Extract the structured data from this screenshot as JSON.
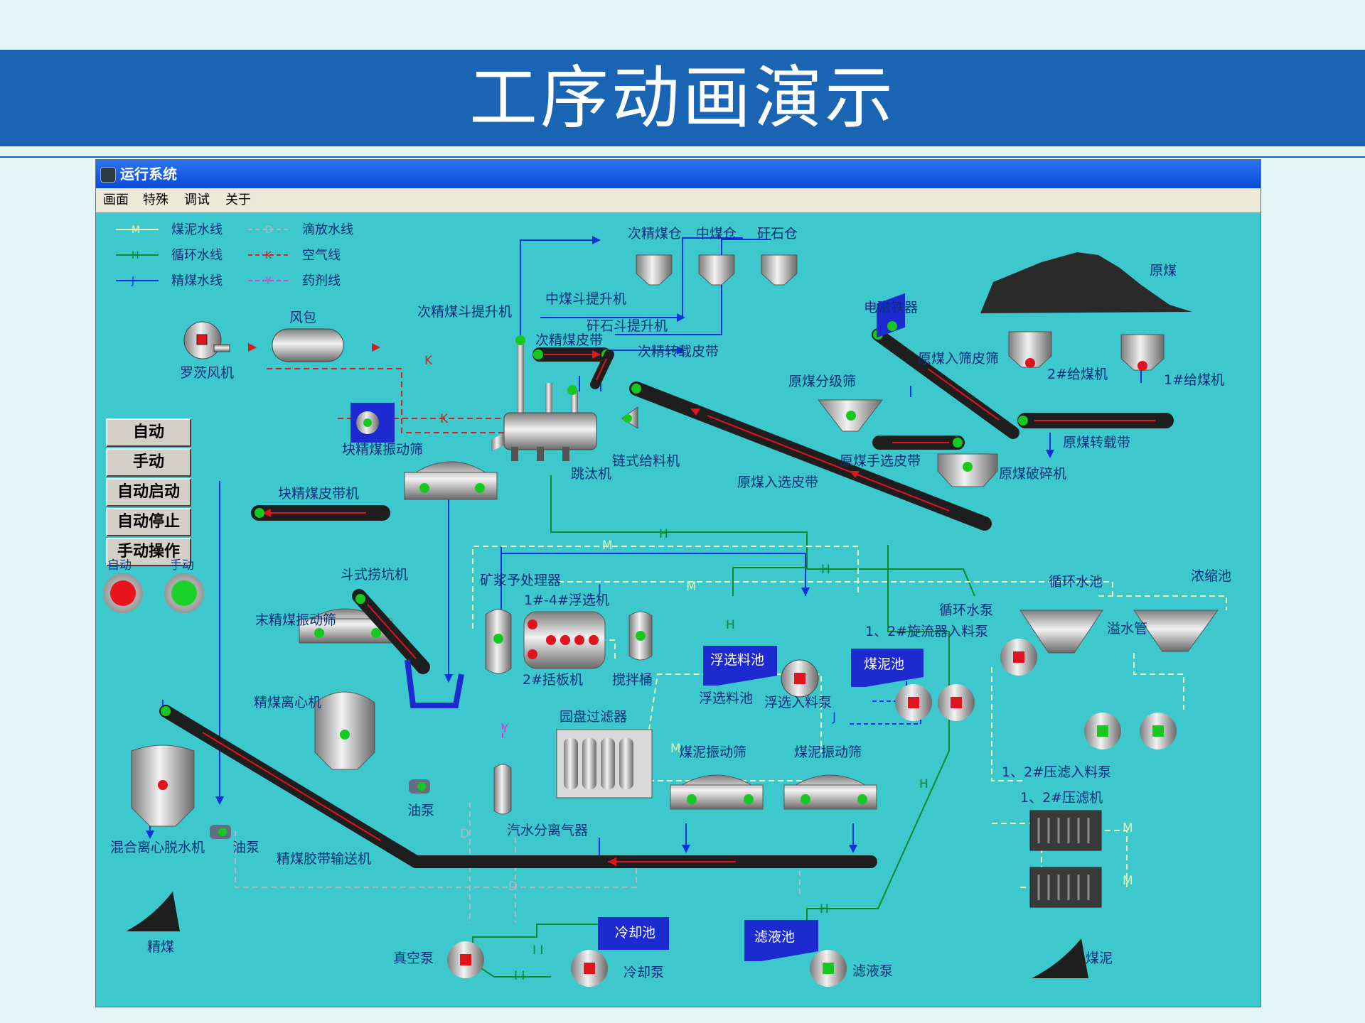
{
  "slide": {
    "title": "工序动画演示"
  },
  "window": {
    "title": "运行系统"
  },
  "menu": [
    "画面",
    "特殊",
    "调试",
    "关于"
  ],
  "legend": [
    {
      "code": "M",
      "label": "煤泥水线",
      "color": "#e8f4b0"
    },
    {
      "code": "D",
      "label": "滴放水线",
      "color": "#b0b8c8"
    },
    {
      "code": "H",
      "label": "循环水线",
      "color": "#0a8a2a"
    },
    {
      "code": "K",
      "label": "空气线",
      "color": "#d82020"
    },
    {
      "code": "J",
      "label": "精煤水线",
      "color": "#1030e0"
    },
    {
      "code": "Y",
      "label": "药剂线",
      "color": "#d040d0"
    }
  ],
  "controls": {
    "buttons": [
      "自动",
      "手动",
      "自动启动",
      "自动停止",
      "手动操作"
    ],
    "lamp_auto": "自动",
    "lamp_manual": "手动"
  },
  "equipment": {
    "bin1": "次精煤仓",
    "bin2": "中煤仓",
    "bin3": "矸石仓",
    "raw_coal": "原煤",
    "conc_elevator": "次精煤斗提升机",
    "mid_elevator": "中煤斗提升机",
    "gangue_elevator": "矸石斗提升机",
    "conc_belt": "次精煤皮带",
    "conc_transfer_belt": "次精转载皮带",
    "air_tank": "风包",
    "blower": "罗茨风机",
    "magnet": "电磁铁器",
    "raw_screen_belt": "原煤入筛皮筛",
    "feeder2": "2#给煤机",
    "feeder1": "1#给煤机",
    "classifier_screen": "原煤分级筛",
    "raw_transfer_belt": "原煤转载带",
    "hand_pick_belt": "原煤手选皮带",
    "crusher": "原煤破碎机",
    "raw_select_belt": "原煤入选皮带",
    "chain_feeder": "链式给料机",
    "jig": "跳汰机",
    "lump_screen": "块精煤振动筛",
    "lump_belt": "块精煤皮带机",
    "bucket_dredger": "斗式捞坑机",
    "fine_screen": "末精煤振动筛",
    "centrifuge": "精煤离心机",
    "slurry_pre": "矿浆予处理器",
    "flotation": "1#-4#浮选机",
    "scraper2": "2#括板机",
    "mixer": "搅拌桶",
    "float_tank": "浮选料池",
    "float_tank_label": "浮选料池",
    "float_pump": "浮选入料泵",
    "slime_tank": "煤泥池",
    "cyclone_pump": "1、2#旋流器入料泵",
    "circ_pool": "循环水池",
    "thickener": "浓缩池",
    "circ_pump": "循环水泵",
    "overflow": "溢水管",
    "disc_filter": "园盘过滤器",
    "slime_screen1": "煤泥振动筛",
    "slime_screen2": "煤泥振动筛",
    "press_pump": "1、2#压滤入料泵",
    "press": "1、2#压滤机",
    "mix_centrifuge": "混合离心脱水机",
    "oil_pump1": "油泵",
    "oil_pump2": "油泵",
    "conc_conveyor": "精煤胶带输送机",
    "separator": "汽水分离气器",
    "vacuum_pump": "真空泵",
    "cool_pool": "冷却池",
    "cool_pump": "冷却泵",
    "filtrate_tank": "滤液池",
    "filtrate_pump": "滤液泵",
    "product_coal": "精煤",
    "product_slime": "煤泥"
  }
}
